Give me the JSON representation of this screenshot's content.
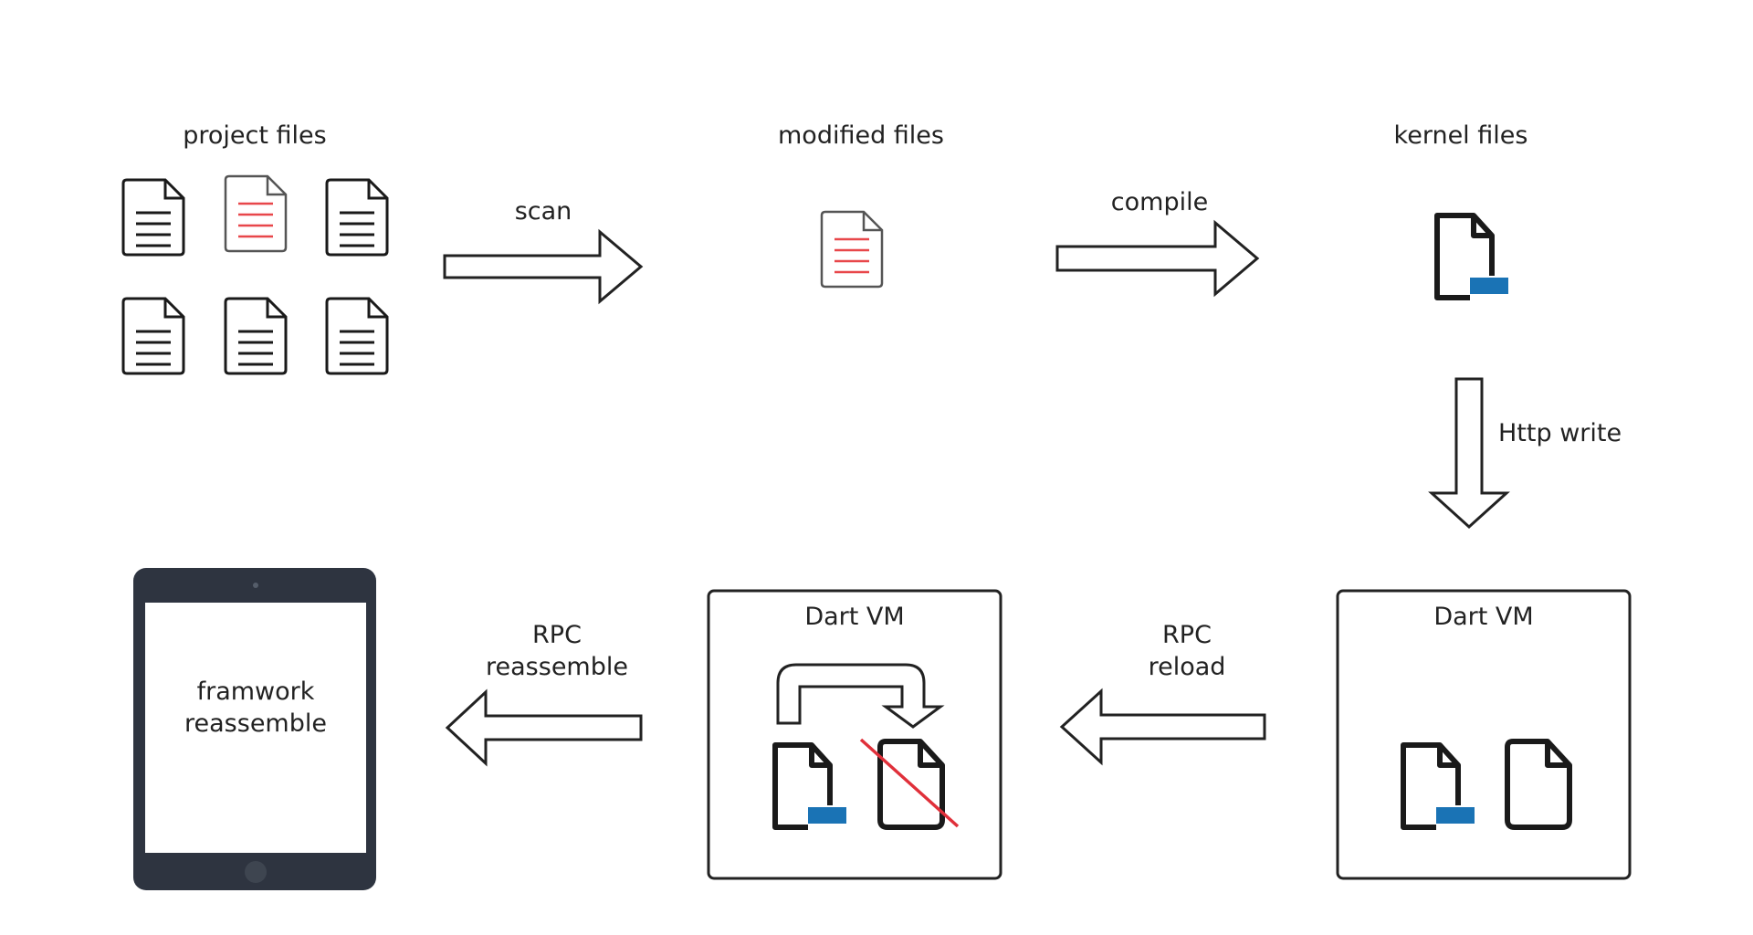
{
  "labels": {
    "project_files": "project files",
    "modified_files": "modified files",
    "kernel_files": "kernel files",
    "scan": "scan",
    "compile": "compile",
    "http_write": "Http write",
    "rpc_reload_line1": "RPC",
    "rpc_reload_line2": "reload",
    "rpc_reassemble_line1": "RPC",
    "rpc_reassemble_line2": "reassemble",
    "dart_vm_left": "Dart VM",
    "dart_vm_right": "Dart VM",
    "tablet_line1": "framwork",
    "tablet_line2": "reassemble"
  },
  "colors": {
    "stroke": "#1a1a1a",
    "modified_lines": "#e8474a",
    "kernel_block": "#1a73b5",
    "tablet_frame": "#2e3440",
    "strike_line": "#e0303a"
  },
  "icons": {
    "project_files": [
      "document-icon",
      "modified-document-icon",
      "document-icon",
      "document-icon",
      "document-icon",
      "document-icon"
    ],
    "modified_file": "modified-document-icon",
    "kernel_file": "kernel-file-icon",
    "tablet": "tablet-icon"
  }
}
